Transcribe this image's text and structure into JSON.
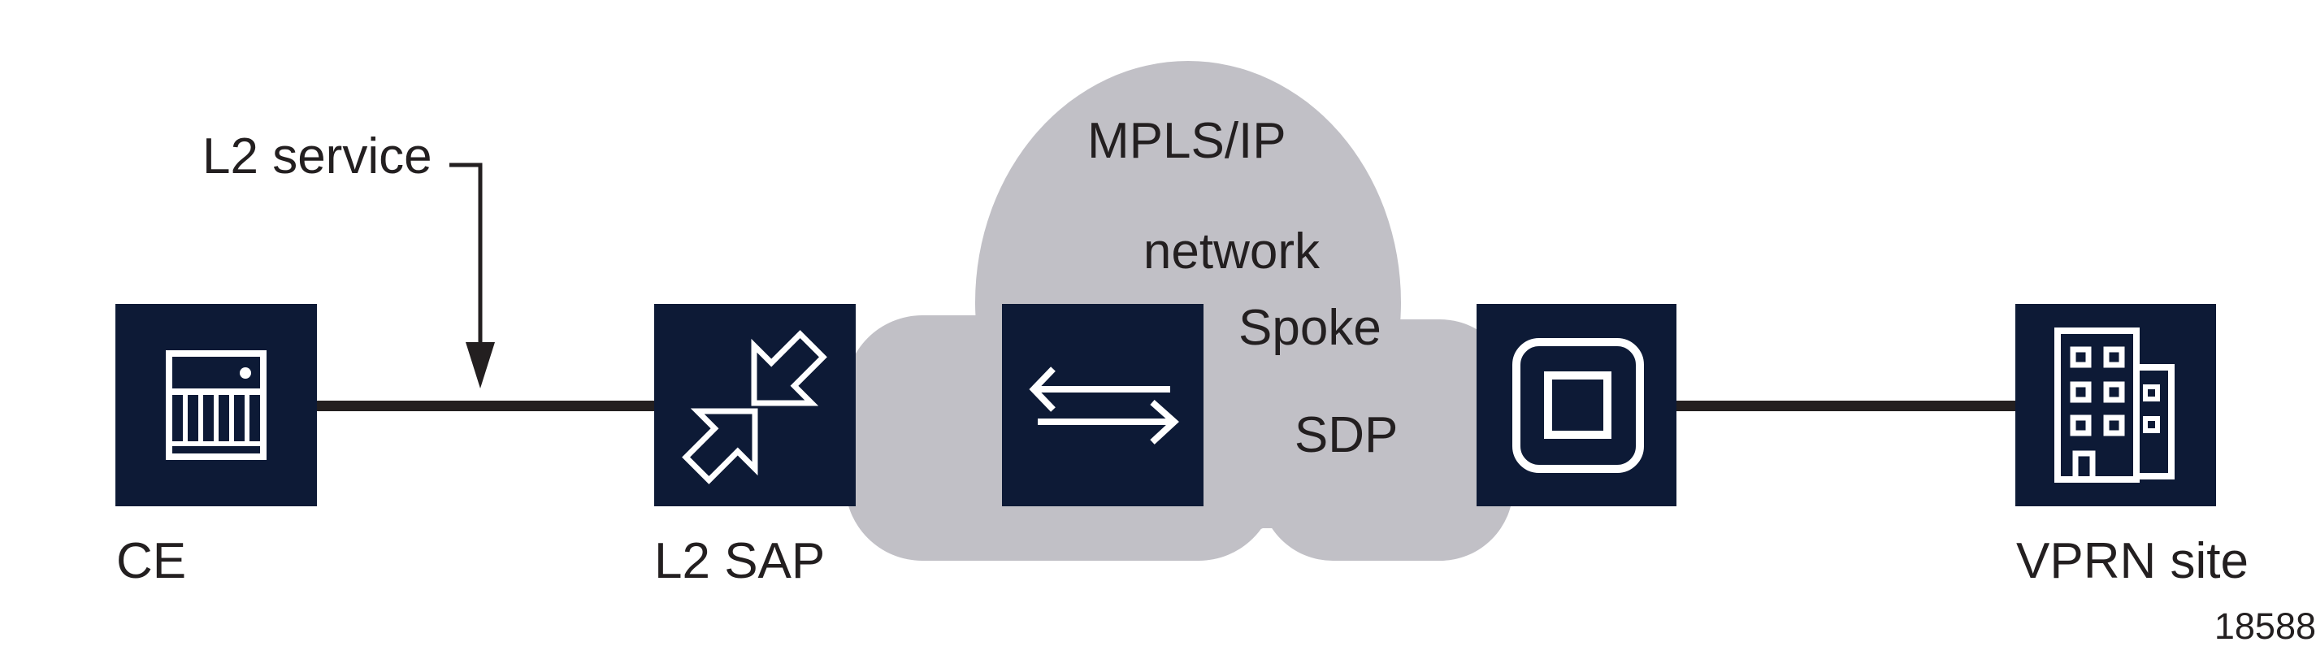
{
  "diagram": {
    "figure_number": "18588",
    "annotation_l2_service": "L2 service",
    "cloud_label": {
      "line1": "MPLS/IP",
      "line2": "network"
    },
    "spoke_sdp_label": {
      "line1": "Spoke",
      "line2": "SDP"
    },
    "nodes": [
      {
        "id": "ce",
        "label": "CE",
        "icon": "server-icon"
      },
      {
        "id": "l2-sap",
        "label": "L2 SAP",
        "icon": "converge-arrows-icon"
      },
      {
        "id": "spoke-sdp",
        "label": "",
        "icon": "exchange-arrows-icon"
      },
      {
        "id": "port",
        "label": "",
        "icon": "port-square-icon"
      },
      {
        "id": "vprn-site",
        "label": "VPRN site",
        "icon": "building-icon"
      }
    ],
    "colors": {
      "node_fill": "#0d1a36",
      "cloud_fill": "#c1c0c6",
      "line_color": "#231f20",
      "text_color": "#231f20",
      "icon_stroke": "#ffffff"
    }
  }
}
